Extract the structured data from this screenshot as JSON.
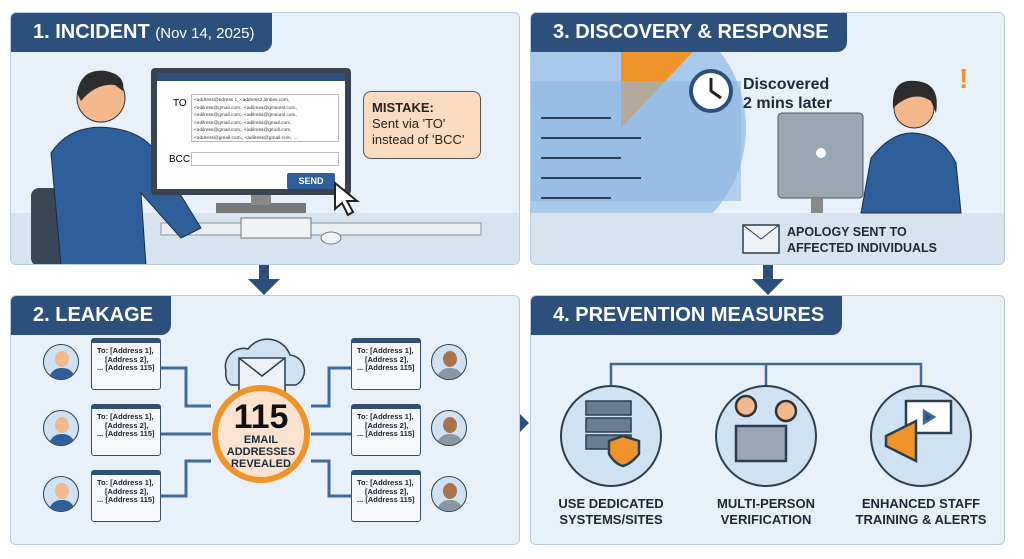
{
  "incident": {
    "title": "1. INCIDENT",
    "date": "(Nov 14, 2025)",
    "to_label": "TO",
    "bcc_label": "BCC",
    "send_label": "SEND",
    "to_lines": [
      "<address@edress 1, <address2,limbes.com,",
      "<edilress@gmail.com,, <adilress@gmsoml.com,",
      "<edilress@gmail.com,, <adilress@gmsoml.com,",
      "<edilress@gmail.com,, <adilress@gmail.com,",
      "<adilress@gmail.com,, <adilress@gmoll.com,",
      "<address@gmail.com,, <adilress@gmail.com, ..."
    ],
    "mistake_title": "MISTAKE:",
    "mistake_text1": "Sent via 'TO'",
    "mistake_text2": "instead of 'BCC'"
  },
  "leakage": {
    "title": "2. LEAKAGE",
    "count": "115",
    "count_label1": "EMAIL",
    "count_label2": "ADDRESSES",
    "count_label3": "REVEALED",
    "mail_lines": [
      "To: [Address 1],",
      "[Address 2],",
      "... [Address 115]"
    ]
  },
  "discovery": {
    "title": "3. DISCOVERY & RESPONSE",
    "discovered1": "Discovered",
    "discovered2": "2 mins later",
    "apology1": "APOLOGY SENT TO",
    "apology2": "AFFECTED INDIVIDUALS"
  },
  "prevention": {
    "title": "4. PREVENTION MEASURES",
    "items": [
      {
        "l1": "USE DEDICATED",
        "l2": "SYSTEMS/SITES",
        "icon": "server-lock-icon"
      },
      {
        "l1": "MULTI-PERSON",
        "l2": "VERIFICATION",
        "icon": "team-verification-icon"
      },
      {
        "l1": "ENHANCED STAFF",
        "l2": "TRAINING & ALERTS",
        "icon": "megaphone-icon"
      }
    ]
  },
  "colors": {
    "navy": "#2c4f7c",
    "orange": "#f0932b",
    "panel": "#e8f1f9"
  }
}
